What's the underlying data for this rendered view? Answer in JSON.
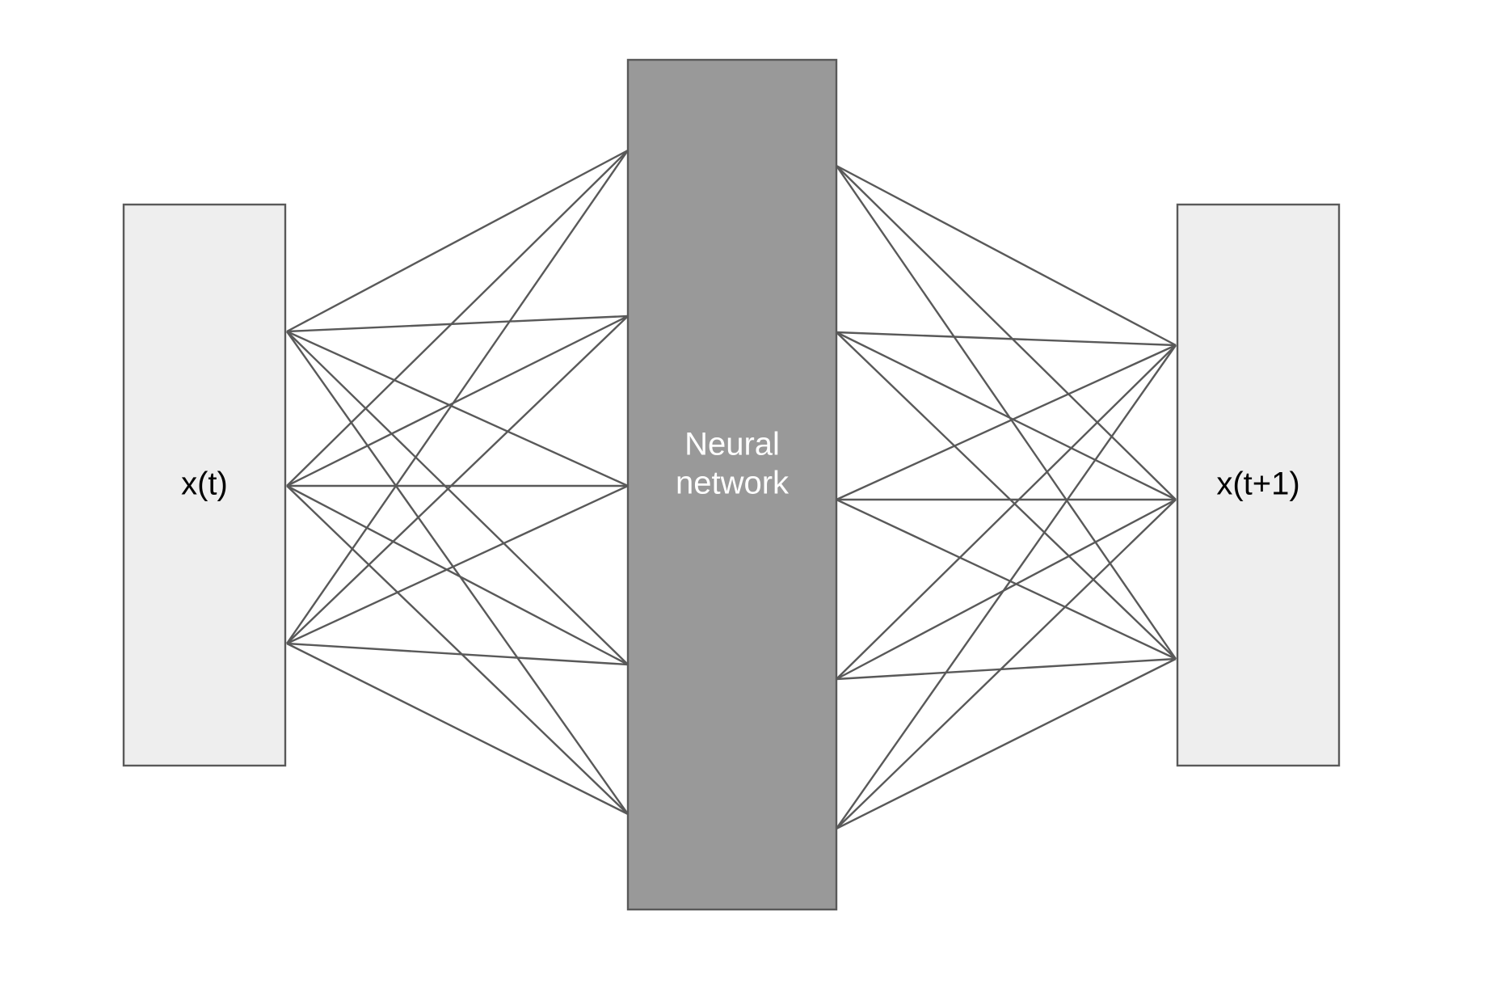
{
  "diagram": {
    "input_box": {
      "label": "x(t)",
      "fill": "#eeeeee",
      "stroke": "#595959"
    },
    "network_box": {
      "label_line1": "Neural",
      "label_line2": "network",
      "fill": "#999999",
      "stroke": "#595959"
    },
    "output_box": {
      "label": "x(t+1)",
      "fill": "#eeeeee",
      "stroke": "#595959"
    },
    "edge_color": "#595959",
    "connectivity": "fully-connected"
  }
}
